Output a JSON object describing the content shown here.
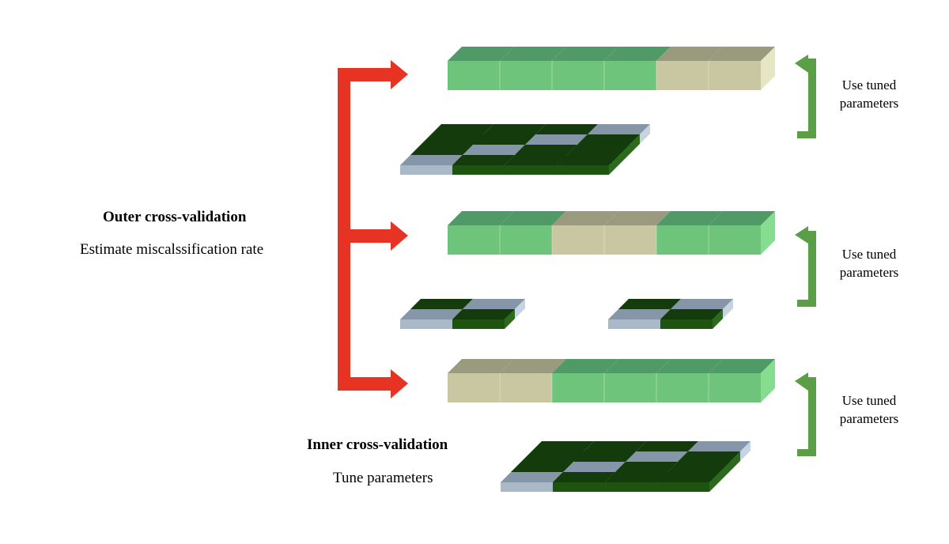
{
  "outer": {
    "title": "Outer  cross-validation",
    "subtitle": "Estimate miscalssification rate"
  },
  "inner": {
    "title": "Inner cross-validation",
    "subtitle": "Tune parameters"
  },
  "side_labels": [
    {
      "line1": "Use tuned",
      "line2": "parameters"
    },
    {
      "line1": "Use tuned",
      "line2": "parameters"
    },
    {
      "line1": "Use tuned",
      "line2": "parameters"
    }
  ],
  "colors": {
    "outer_arrow": "#e63323",
    "side_bracket": "#5a9e45",
    "train_front": "#6ec47a",
    "train_top": "#4f9a66",
    "train_side": "#86dd8f",
    "test_front": "#c8c7a2",
    "test_top": "#9a9a7e",
    "test_side": "#e6e6c4",
    "inner_train_front": "#1e5310",
    "inner_train_top": "#143b0b",
    "inner_train_side": "#2c6a1c",
    "inner_val_front": "#a9b9c8",
    "inner_val_top": "#8496a8",
    "inner_val_side": "#c6d4e2"
  },
  "outer_folds": [
    {
      "cells": [
        "train",
        "train",
        "train",
        "train",
        "test",
        "test"
      ]
    },
    {
      "cells": [
        "train",
        "train",
        "test",
        "test",
        "train",
        "train"
      ]
    },
    {
      "cells": [
        "test",
        "test",
        "train",
        "train",
        "train",
        "train"
      ]
    }
  ],
  "inner_sets": [
    {
      "folds": 4,
      "cols": 4
    },
    {
      "folds": 2,
      "cols": 2
    },
    {
      "folds": 2,
      "cols": 2
    },
    {
      "folds": 4,
      "cols": 4
    }
  ]
}
